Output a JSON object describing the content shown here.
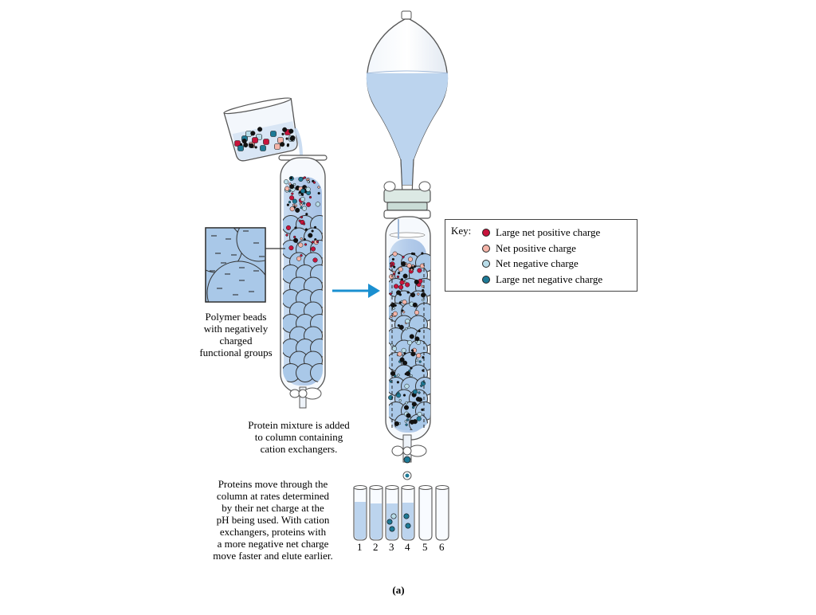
{
  "labels": {
    "beads_caption": [
      "Polymer beads",
      "with negatively",
      "charged",
      "functional groups"
    ],
    "mixture_caption": [
      "Protein mixture is added",
      "to column containing",
      "cation exchangers."
    ],
    "movement_caption": [
      "Proteins move through the",
      "column at rates determined",
      "by their net charge at the",
      "pH being used. With cation",
      "exchangers, proteins with",
      "a more negative net charge",
      "move faster and elute earlier."
    ],
    "panel_label": "(a)"
  },
  "key": {
    "title": "Key:",
    "items": [
      {
        "label": "Large net positive charge",
        "color": "#c8143c"
      },
      {
        "label": "Net positive charge",
        "color": "#f4b4a8"
      },
      {
        "label": "Net negative charge",
        "color": "#b8dce8"
      },
      {
        "label": "Large net negative charge",
        "color": "#1e7a96"
      }
    ]
  },
  "tubes": [
    "1",
    "2",
    "3",
    "4",
    "5",
    "6"
  ],
  "colors": {
    "bead_fill": "#a9c8e8",
    "liquid": "#bcd4ee",
    "glass_stroke": "#555555",
    "arrow": "#1a8fd0"
  }
}
